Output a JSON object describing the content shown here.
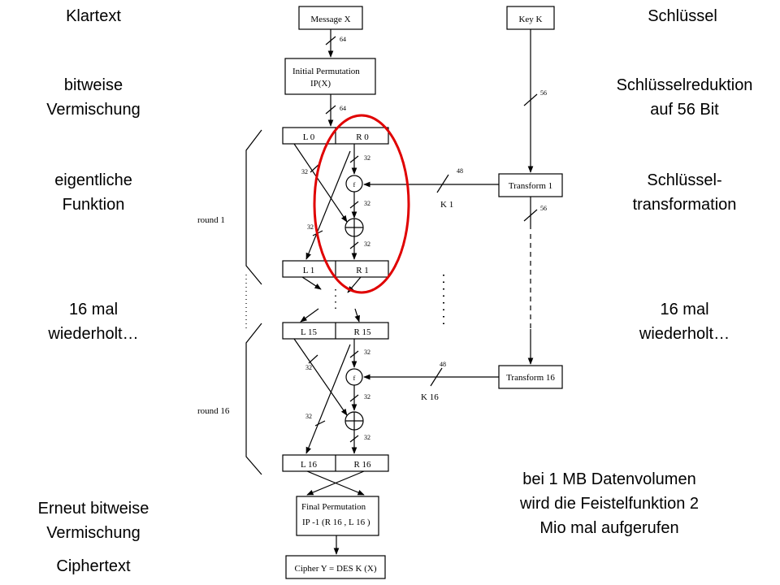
{
  "left_labels": {
    "plaintext": "Klartext",
    "permutation": [
      "bitweise",
      "Vermischung"
    ],
    "function": [
      "eigentliche",
      "Funktion"
    ],
    "repeat": [
      "16 mal",
      "wiederholt…"
    ],
    "final": [
      "Erneut bitweise",
      "Vermischung"
    ],
    "ciphertext": "Ciphertext"
  },
  "right_labels": {
    "key": "Schlüssel",
    "reduction": [
      "Schlüsselreduktion",
      "auf 56 Bit"
    ],
    "transform": [
      "Schlüssel-",
      "transformation"
    ],
    "repeat": [
      "16 mal",
      "wiederholt…"
    ],
    "note": [
      "bei 1 MB Datenvolumen",
      "wird die Feistelfunktion 2",
      "Mio mal aufgerufen"
    ]
  },
  "diagram": {
    "message": "Message X",
    "key": "Key K",
    "initial_perm": [
      "Initial Permutation",
      "IP(X)"
    ],
    "l0": "L 0",
    "r0": "R 0",
    "l1": "L 1",
    "r1": "R 1",
    "l15": "L 15",
    "r15": "R 15",
    "l16": "L 16",
    "r16": "R 16",
    "transform1": "Transform 1",
    "transform16": "Transform 16",
    "f": "f",
    "k1": "K 1",
    "k16": "K 16",
    "round1": "round 1",
    "round16": "round 16",
    "final_perm": [
      "Final Permutation",
      "IP -1 (R 16 , L 16 )"
    ],
    "cipher": "Cipher Y = DES K (X)",
    "bits": {
      "b64": "64",
      "b56": "56",
      "b48": "48",
      "b32": "32"
    }
  },
  "colors": {
    "highlight": "#e00000"
  }
}
